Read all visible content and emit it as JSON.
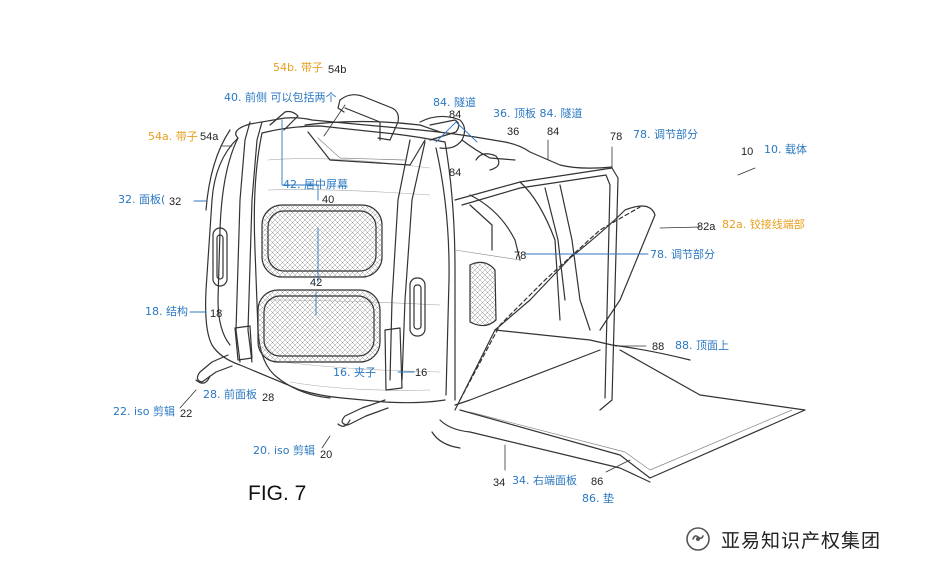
{
  "figure_label": "FIG. 7",
  "watermark": {
    "text": "亚易知识产权集团",
    "icon": "wechat-official-account-icon"
  },
  "colors": {
    "label_blue": "#2b78c2",
    "label_orange": "#e8a01f",
    "line": "#333333"
  },
  "reference_numerals": {
    "n10": "10",
    "n54b": "54b",
    "n84_top": "84",
    "n36": "36",
    "n84_tunnel": "84",
    "n78_top": "78",
    "n54a": "54a",
    "n40": "40",
    "n42_upper": "42",
    "n84_side": "84",
    "n32": "32",
    "n82a": "82a",
    "n78_mid": "78",
    "n42_lower": "42",
    "n18": "18",
    "n88": "88",
    "n16": "16",
    "n28": "28",
    "n22": "22",
    "n20": "20",
    "n34": "34",
    "n86": "86"
  },
  "annotations": {
    "a54b": "54b. 带子",
    "a40": "40. 前侧 可以包括两个",
    "a84_top": "84. 隧道",
    "a36_84": "36. 顶板 84. 隧道",
    "a78_top": "78. 调节部分",
    "a10": "10. 载体",
    "a54a": "54a. 带子",
    "a42": "42. 居中屏幕",
    "a32": "32. 面板(",
    "a82a": "82a. 铰接线端部",
    "a78_mid": "78. 调节部分",
    "a18": "18. 结构",
    "a88": "88. 顶面上",
    "a16": "16. 夹子",
    "a28": "28. 前面板",
    "a22": "22. iso 剪辑",
    "a20": "20. iso 剪辑",
    "a34": "34. 右端面板",
    "a86": "86. 垫"
  }
}
